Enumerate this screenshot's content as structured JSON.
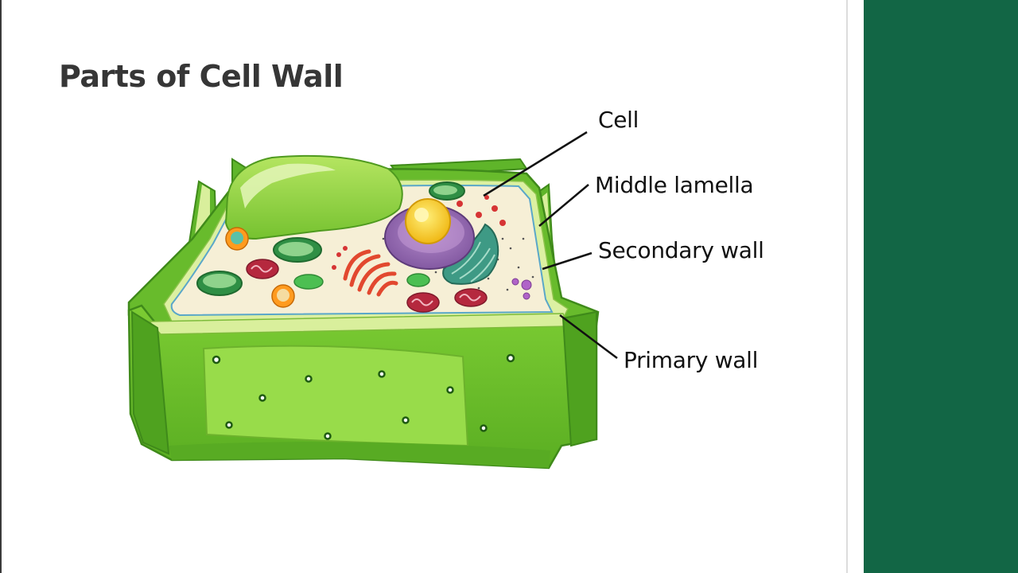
{
  "slide": {
    "title": "Parts of Cell Wall"
  },
  "diagram": {
    "labels": {
      "cell": "Cell",
      "middle_lamella": "Middle lamella",
      "secondary_wall": "Secondary wall",
      "primary_wall": "Primary wall"
    }
  },
  "colors": {
    "side_panel": "#126645",
    "title_text": "#363636",
    "wall_green": "#6fbf2e",
    "cytoplasm": "#f6efd6",
    "vacuole": "#9fd84a",
    "nucleus_purple": "#9a6fb5",
    "nucleolus_yellow": "#f5d020"
  }
}
